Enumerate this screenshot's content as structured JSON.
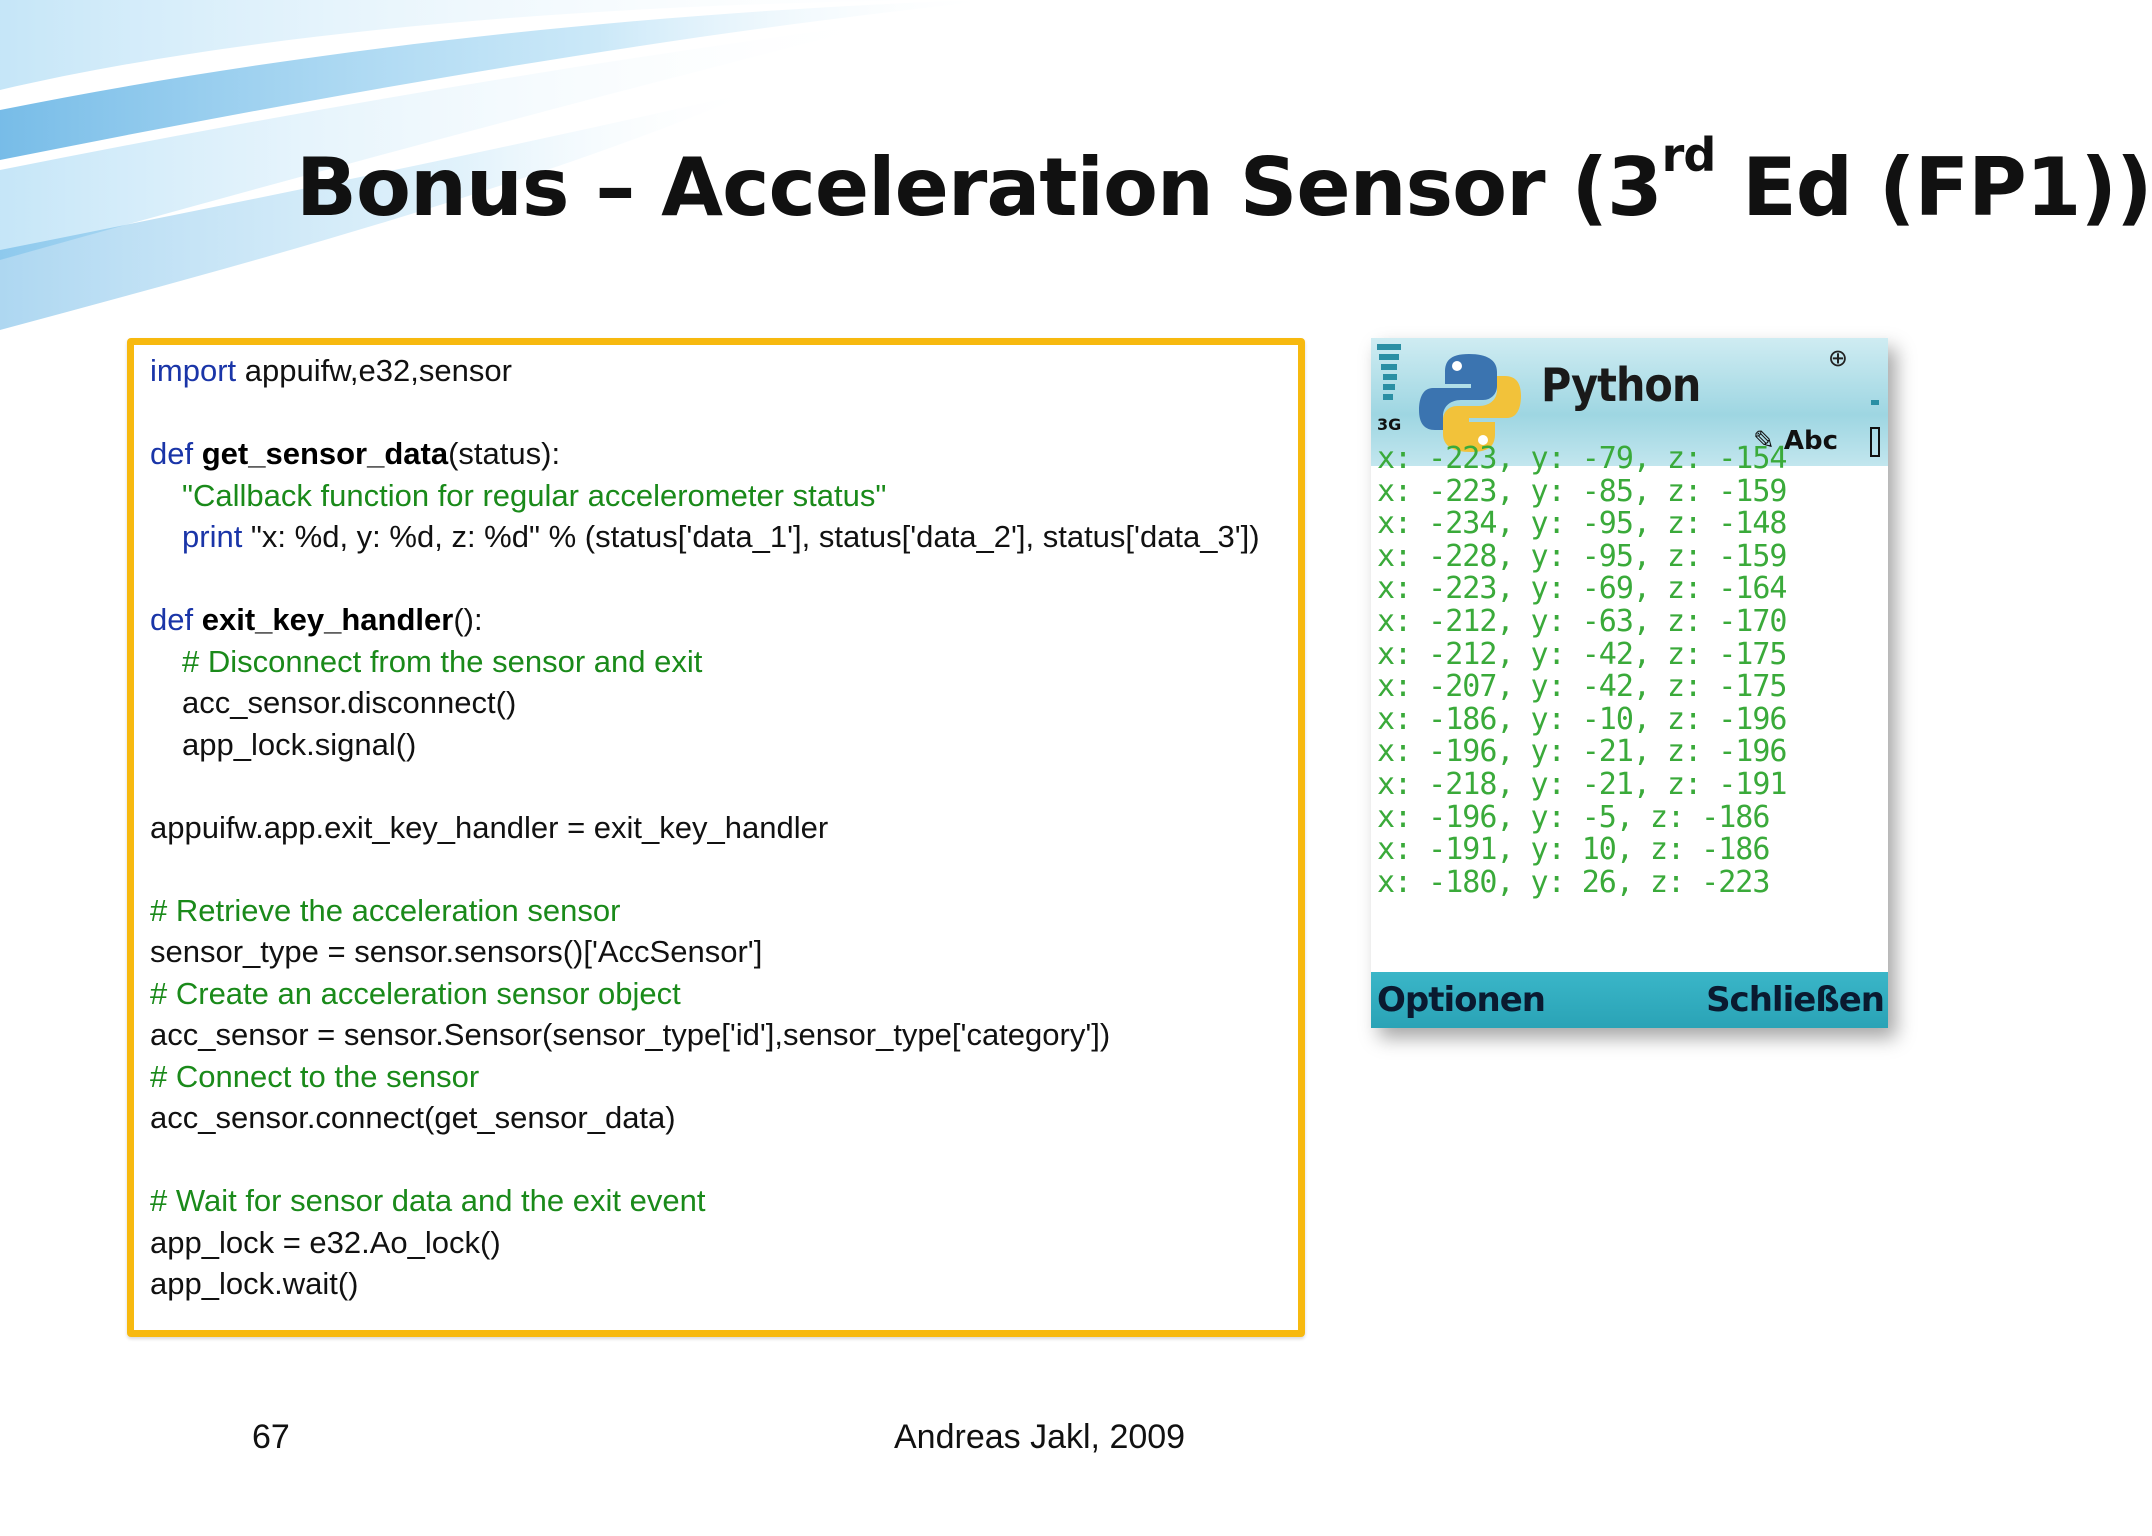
{
  "slide": {
    "title_main": "Bonus – Acceleration Sensor (3",
    "title_sup": "rd",
    "title_end": " Ed (FP1))",
    "page_number": "67",
    "footer": "Andreas Jakl, 2009"
  },
  "code": {
    "l1_kw": "import",
    "l1_rest": " appuifw,e32,sensor",
    "l3_kw": "def",
    "l3_fn": " get_sensor_data",
    "l3_rest": "(status):",
    "l4_str": "\"Callback function for regular accelerometer status\"",
    "l5_kw": "print",
    "l5_rest": " \"x: %d, y: %d, z: %d\" % (status['data_1'], status['data_2'], status['data_3'])",
    "l7_kw": "def",
    "l7_fn": " exit_key_handler",
    "l7_rest": "():",
    "l8_cmt": "# Disconnect from the sensor and exit",
    "l9": "acc_sensor.disconnect()",
    "l10": "app_lock.signal()",
    "l12": "appuifw.app.exit_key_handler = exit_key_handler",
    "l14_cmt": "# Retrieve the acceleration sensor",
    "l15": "sensor_type = sensor.sensors()['AccSensor']",
    "l16_cmt": "# Create an acceleration sensor object",
    "l17": "acc_sensor = sensor.Sensor(sensor_type['id'],sensor_type['category'])",
    "l18_cmt": "# Connect to the sensor",
    "l19": "acc_sensor.connect(get_sensor_data)",
    "l21_cmt": "# Wait for sensor data and the exit event",
    "l22": "app_lock = e32.Ao_lock()",
    "l23": "app_lock.wait()"
  },
  "phone": {
    "app_title": "Python",
    "network": "3G",
    "input_mode": "Abc",
    "readings": [
      "x: -223, y: -79, z: -154",
      "x: -223, y: -85, z: -159",
      "x: -234, y: -95, z: -148",
      "x: -228, y: -95, z: -159",
      "x: -223, y: -69, z: -164",
      "x: -212, y: -63, z: -170",
      "x: -212, y: -42, z: -175",
      "x: -207, y: -42, z: -175",
      "x: -186, y: -10, z: -196",
      "x: -196, y: -21, z: -196",
      "x: -218, y: -21, z: -191",
      "x: -196, y: -5, z: -186",
      "x: -191, y: 10, z: -186",
      "x: -180, y: 26, z: -223"
    ],
    "softkey_left": "Optionen",
    "softkey_right": "Schließen"
  },
  "colors": {
    "box_border": "#f7b90f",
    "keyword": "#1a35a8",
    "comment": "#1a8a1a",
    "reading": "#3aaa3a",
    "softkey_bar": "#2aa3b6"
  }
}
